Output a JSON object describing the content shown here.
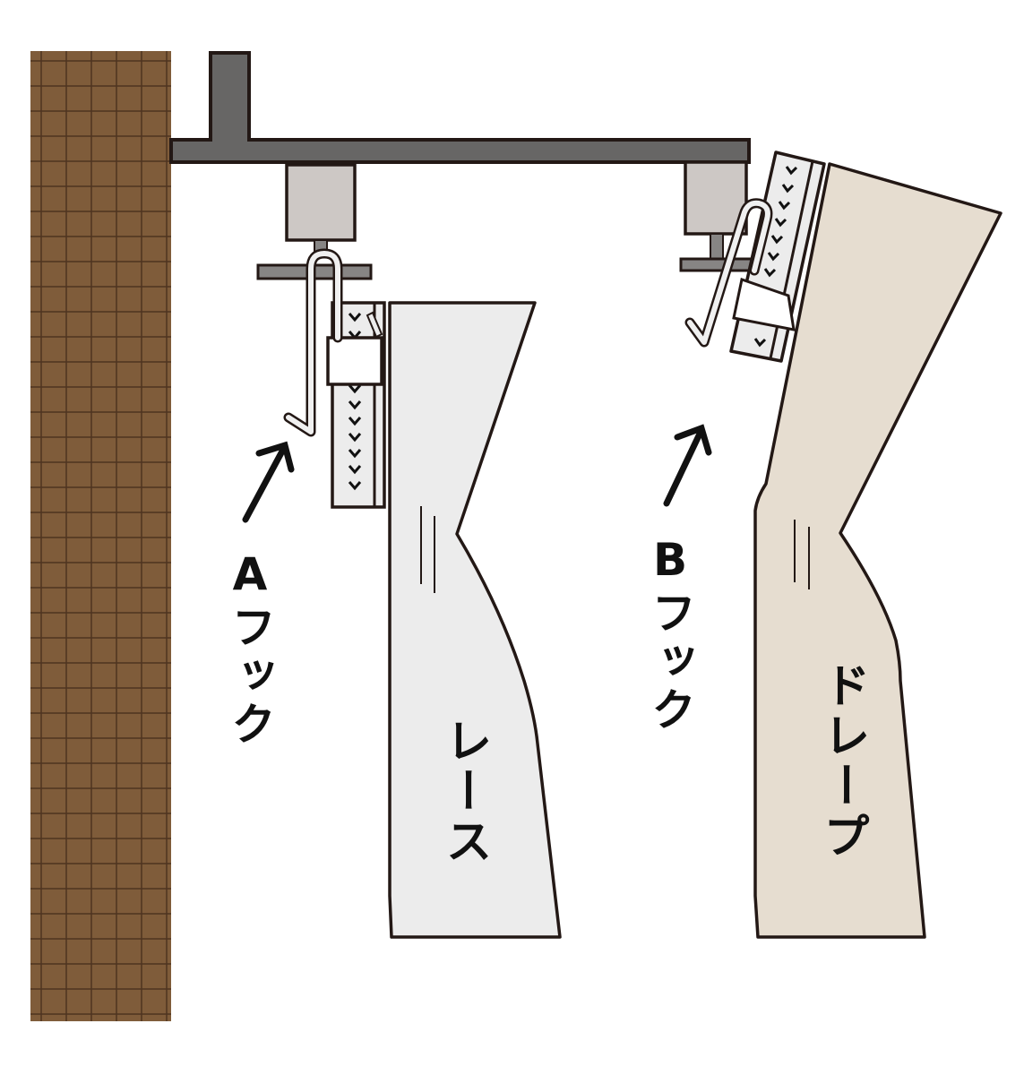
{
  "diagram": {
    "title": "Curtain hook placement: A-hook vs B-hook",
    "colors": {
      "wall": "#7f5c3a",
      "wall_grid": "#4e3420",
      "rail": "#676665",
      "runner": "#cdc8c5",
      "bracket": "#878584",
      "outline": "#231815",
      "lace": "#ececec",
      "drape": "#e6ddd0",
      "hook": "#f0f0f0"
    },
    "labels": {
      "hook_a": "Aフック",
      "hook_b": "Bフック",
      "lace": "レース",
      "drape": "ドレープ"
    }
  }
}
